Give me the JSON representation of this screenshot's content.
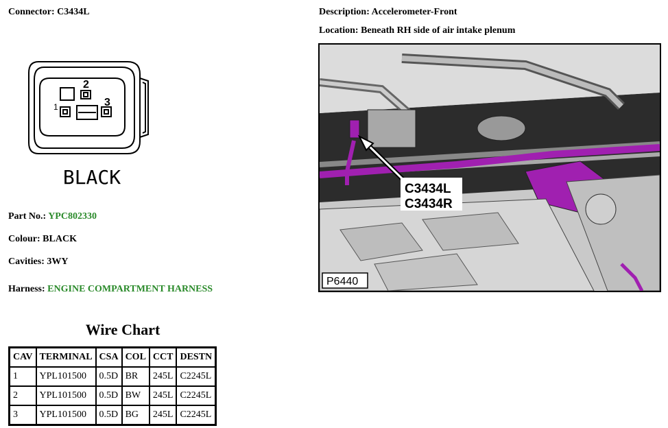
{
  "connector": {
    "label": "Connector:",
    "value": "C3434L"
  },
  "description": {
    "label": "Description:",
    "value": "Accelerometer-Front"
  },
  "location": {
    "label": "Location:",
    "value": "Beneath RH side of air intake plenum"
  },
  "drawing": {
    "pin_labels": [
      "1",
      "2",
      "3"
    ],
    "color_label": "BLACK"
  },
  "part_no": {
    "label": "Part No.:",
    "value": "YPC802330"
  },
  "colour": {
    "label": "Colour:",
    "value": "BLACK"
  },
  "cavities": {
    "label": "Cavities:",
    "value": "3WY"
  },
  "harness": {
    "label": "Harness:",
    "value": "ENGINE COMPARTMENT HARNESS"
  },
  "wire_chart": {
    "title": "Wire Chart",
    "headers": [
      "CAV",
      "TERMINAL",
      "CSA",
      "COL",
      "CCT",
      "DESTN"
    ],
    "rows": [
      [
        "1",
        "YPL101500",
        "0.5D",
        "BR",
        "245L",
        "C2245L"
      ],
      [
        "2",
        "YPL101500",
        "0.5D",
        "BW",
        "245L",
        "C2245L"
      ],
      [
        "3",
        "YPL101500",
        "0.5D",
        "BG",
        "245L",
        "C2245L"
      ]
    ]
  },
  "photo": {
    "callouts": [
      "C3434L",
      "C3434R"
    ],
    "reference": "P6440"
  },
  "colors": {
    "green_value": "#2a8a2a",
    "highlight_harness": "#a020b0"
  }
}
